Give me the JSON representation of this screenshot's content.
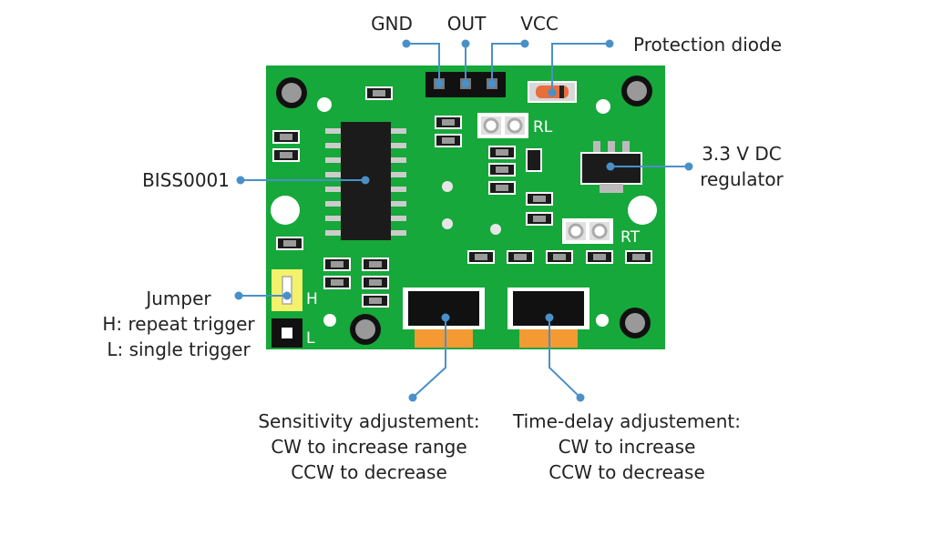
{
  "labels": {
    "gnd": "GND",
    "out": "OUT",
    "vcc": "VCC",
    "protection_diode": "Protection diode",
    "regulator": [
      "3.3 V DC",
      "regulator"
    ],
    "biss": "BISS0001",
    "jumper": [
      "Jumper",
      "H: repeat trigger",
      "L: single trigger"
    ],
    "sensitivity": [
      "Sensitivity adjustement:",
      "CW to increase range",
      "CCW to decrease"
    ],
    "time_delay": [
      "Time-delay adjustement:",
      "CW to increase",
      "CCW to decrease"
    ]
  },
  "board_labels": {
    "rl": "RL",
    "rt": "RT",
    "h": "H",
    "l": "L"
  },
  "colors": {
    "board": "#16a83a",
    "board_dark": "#0f8a2e",
    "pcb_trace": "#1fbf48",
    "callout": "#4a90c8",
    "chip": "#1b1b1b",
    "pot_orange": "#f39a33",
    "jumper_yellow": "#f4f16b",
    "text": "#222222"
  }
}
